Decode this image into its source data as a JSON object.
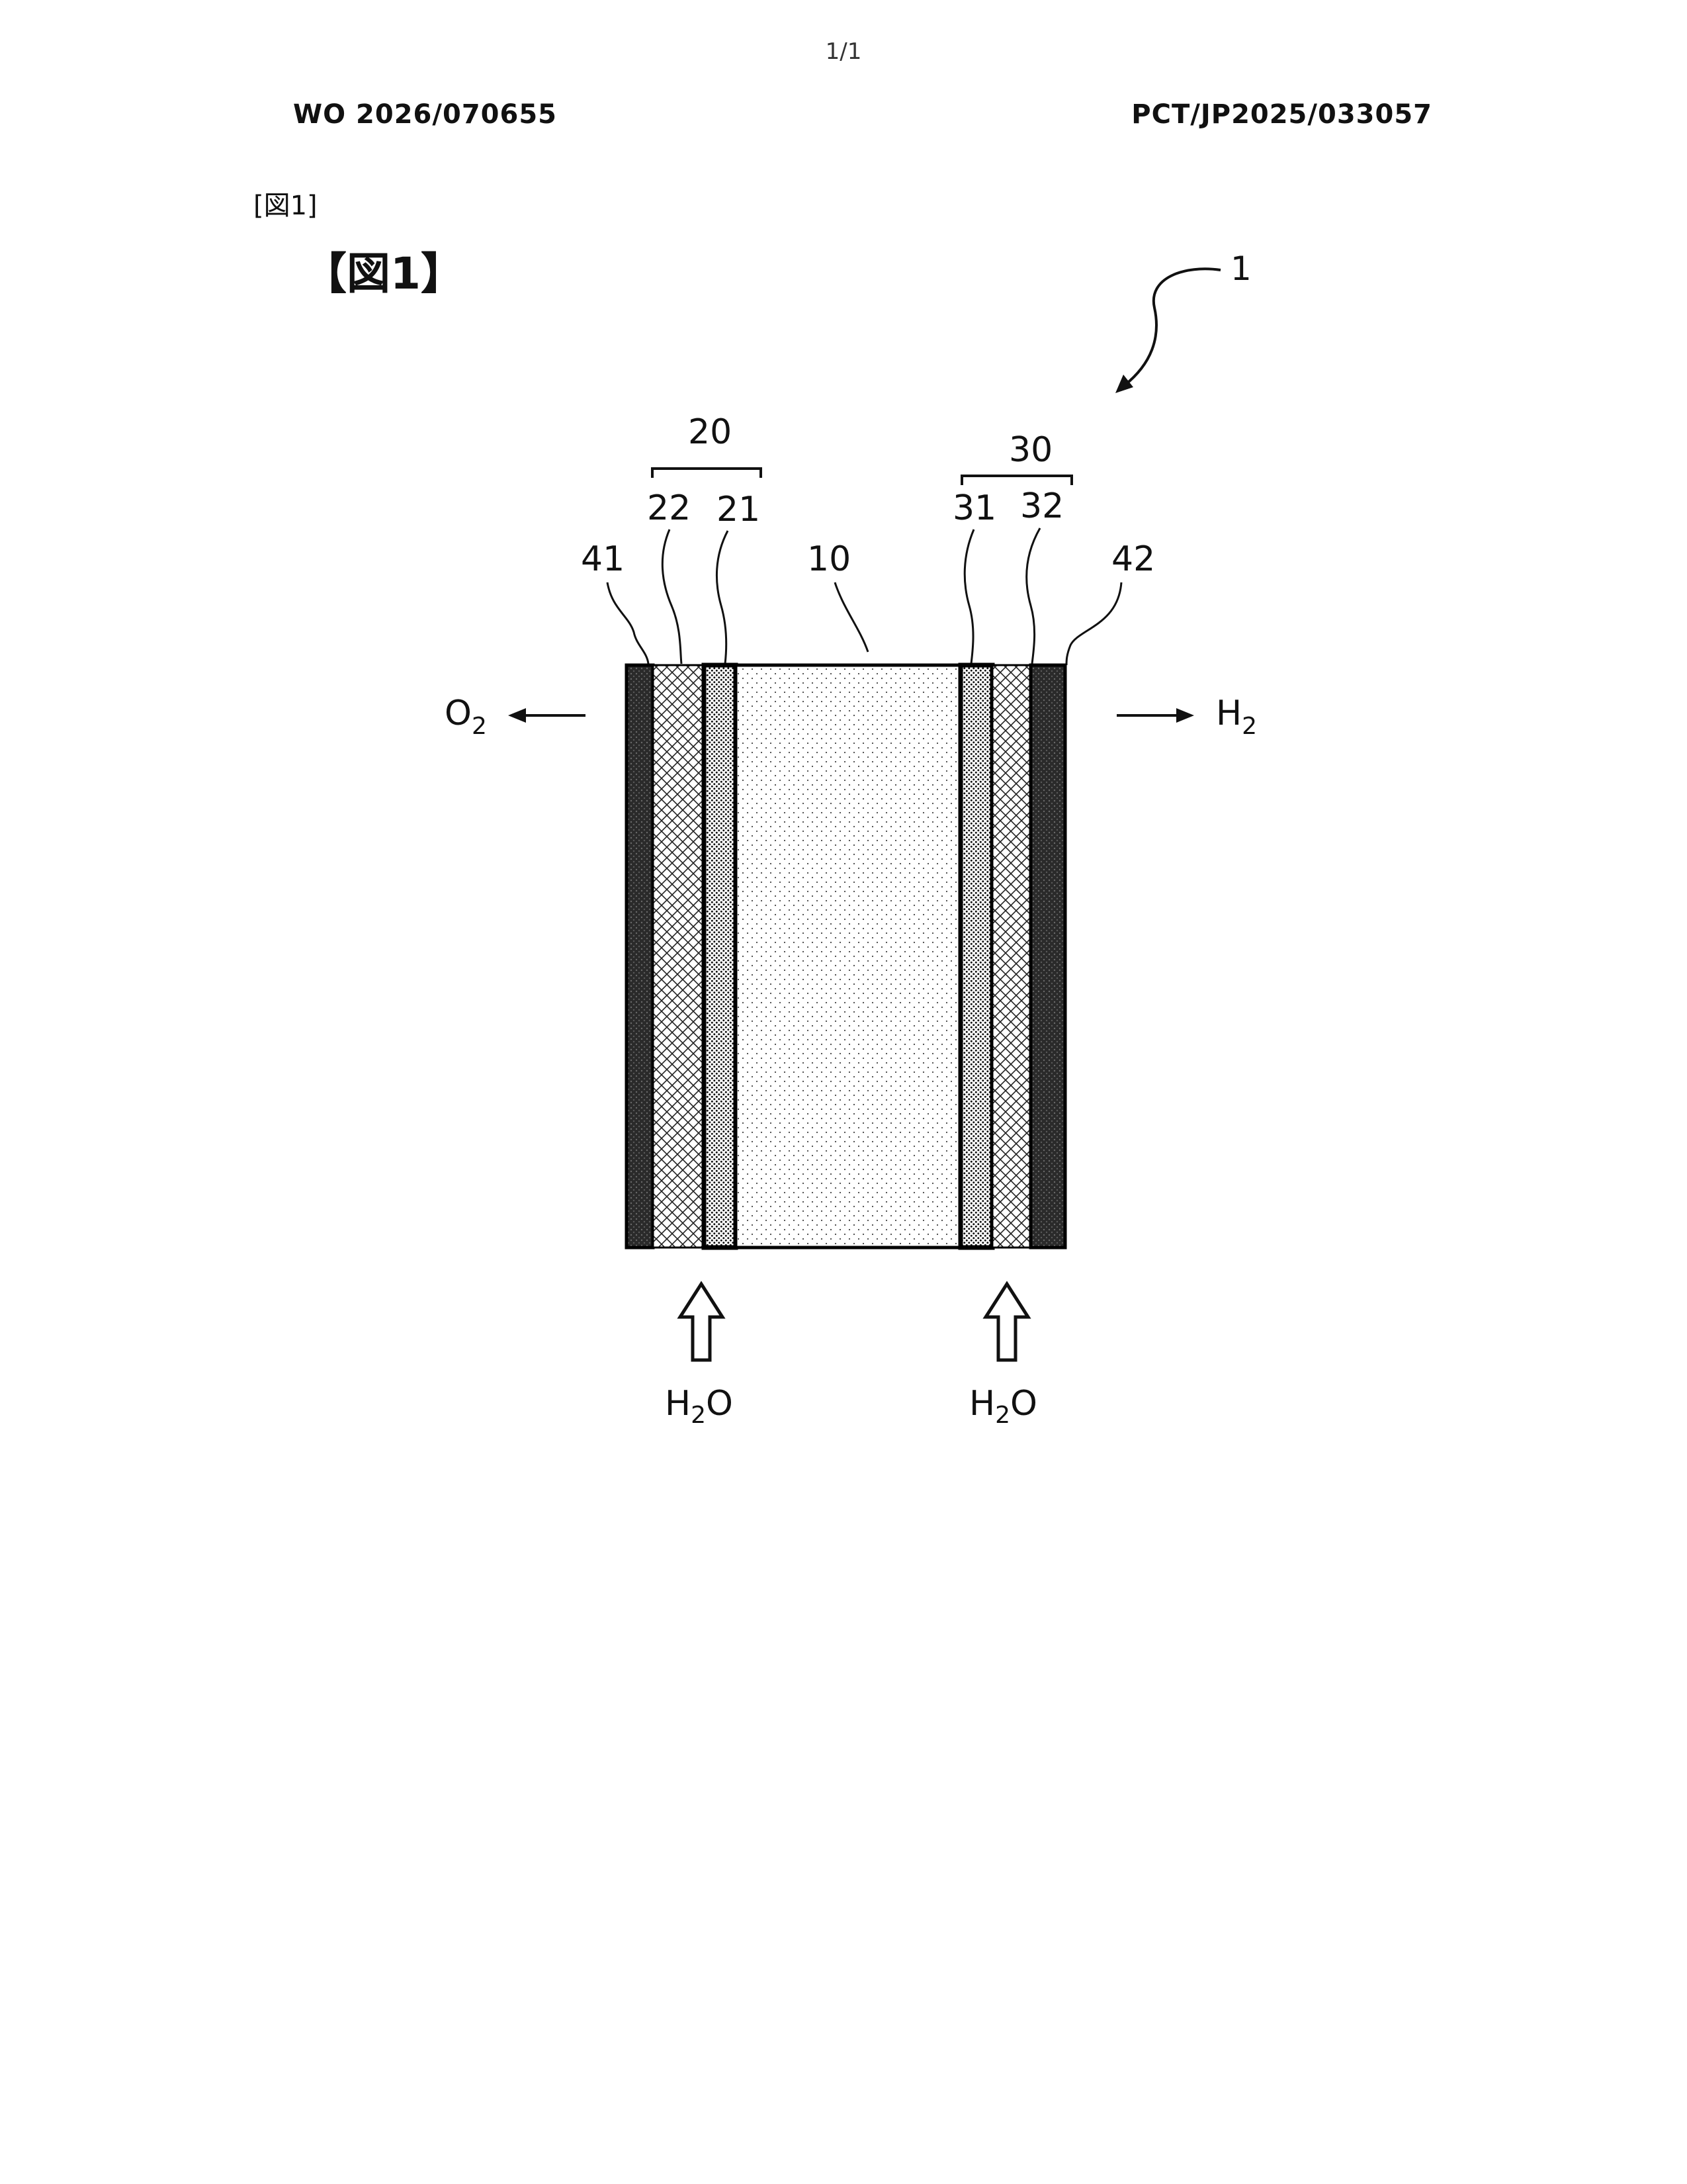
{
  "header": {
    "page_number": "1/1",
    "publication_number": "WO 2026/070655",
    "application_number": "PCT/JP2025/033057"
  },
  "figure": {
    "small_label": "[図1]",
    "big_label": "【図1】",
    "device_ref": "1",
    "group_anode_ref": "20",
    "group_cathode_ref": "30",
    "refs": {
      "r41": "41",
      "r22": "22",
      "r21": "21",
      "r10": "10",
      "r31": "31",
      "r32": "32",
      "r42": "42"
    },
    "outputs": {
      "left_gas": "O",
      "left_gas_sub": "2",
      "right_gas": "H",
      "right_gas_sub": "2"
    },
    "inputs": {
      "left_prefix": "H",
      "left_sub": "2",
      "left_suffix": "O",
      "right_prefix": "H",
      "right_sub": "2",
      "right_suffix": "O"
    }
  }
}
